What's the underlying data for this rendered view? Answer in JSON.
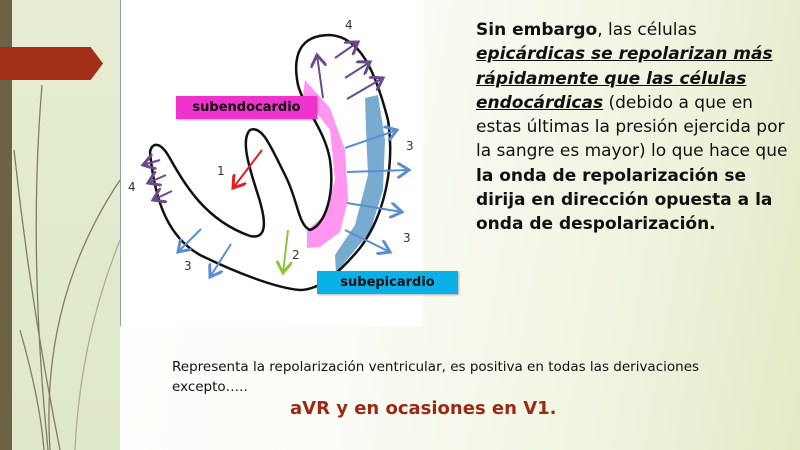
{
  "figure": {
    "label_subendocardio": "subendocardio",
    "label_subepicardio": "subepicardio",
    "numbers": {
      "n4_top": "4",
      "n3_right_upper": "3",
      "n3_right_lower": "3",
      "n4_left": "4",
      "n1": "1",
      "n2": "2",
      "n3_bottom": "3"
    }
  },
  "explanation": {
    "bold_intro": "Sin embargo",
    "intro_rest": ", las células ",
    "emphasis": "epicárdicas se repolarizan más rápidamente que las células endocárdicas",
    "middle": " (debido a que en estas últimas la presión ejercida por la sangre es mayor) lo que hace que ",
    "conclusion": "la onda de repolarización se dirija en dirección opuesta a la onda de despolarización."
  },
  "bottom": {
    "description": "Representa la repolarización ventricular, es positiva en todas las derivaciones excepto…..",
    "answer": "aVR y en ocasiones en V1."
  },
  "colors": {
    "accent_banner": "#a33016",
    "subendocardio": "#ee33cc",
    "subepicardio": "#0ab0e8",
    "answer": "#9a2a14"
  }
}
